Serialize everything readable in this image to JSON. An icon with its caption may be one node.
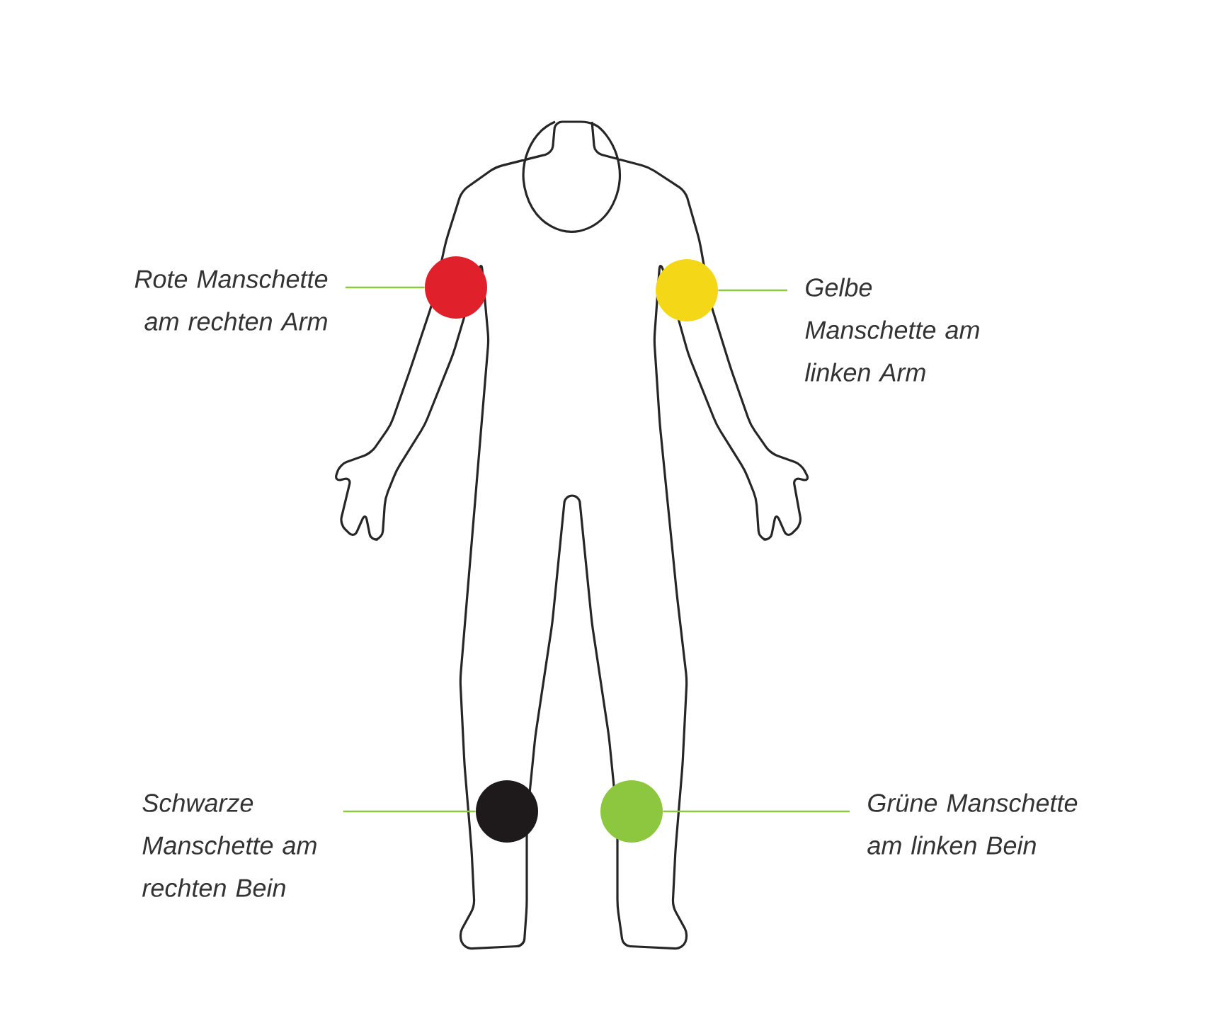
{
  "diagram": {
    "nodes": [
      {
        "text": [
          "Rote Manschette am rechten Arm"
        ]
      },
      {
        "text": [
          "Gelbe Manschette am linken Arm"
        ]
      },
      {
        "text": [
          "Schwarze Manschette am rechten Bein"
        ]
      },
      {
        "text": [
          "Grüne Manschette am linken Bein"
        ]
      },
      {
        "text": [],
        "shape": "circle"
      },
      {
        "text": [],
        "shape": "circle"
      },
      {
        "text": [],
        "shape": "circle"
      },
      {
        "text": [],
        "shape": "circle"
      }
    ],
    "edges": [
      {
        "from": 0,
        "to": 4,
        "arrow": "none"
      },
      {
        "from": 1,
        "to": 5,
        "arrow": "none"
      },
      {
        "from": 2,
        "to": 6,
        "arrow": "none"
      },
      {
        "from": 3,
        "to": 7,
        "arrow": "none"
      }
    ]
  }
}
